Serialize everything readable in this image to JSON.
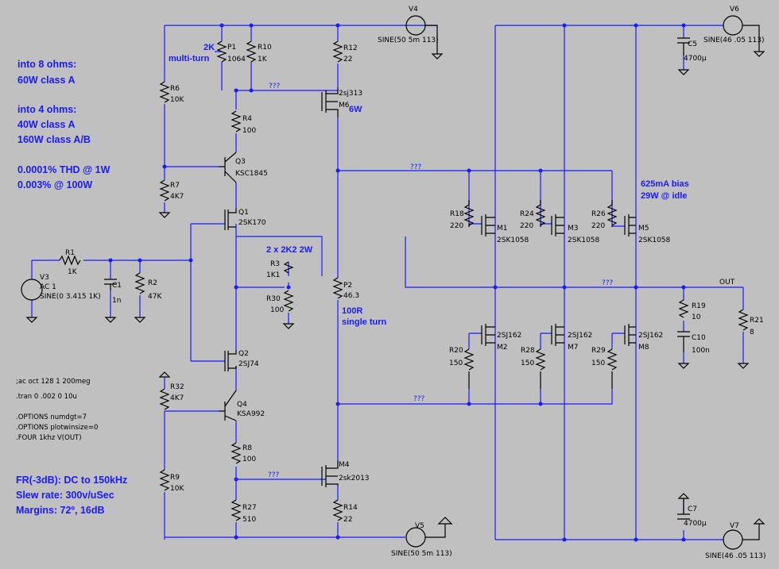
{
  "colors": {
    "background": "#c0c0c0",
    "wire": "#1a1aff",
    "component": "#000000",
    "annotation": "#1a1aff"
  },
  "annotations": {
    "into8": "into 8 ohms:",
    "c60": "60W class A",
    "into4": "into 4 ohms:",
    "c40": "40W class A",
    "c160": "160W class A/B",
    "thd1": "0.0001% THD @ 1W",
    "thd2": "0.003% @ 100W",
    "fr": "FR(-3dB): DC to 150kHz",
    "slew": "Slew rate: 300v/uSec",
    "margins": "Margins: 72º, 16dB",
    "p1a": "2K",
    "p1b": "multi-turn",
    "m6w": "6W",
    "twox": "2 x 2K2 2W",
    "p2a": "100R",
    "p2b": "single turn",
    "bias1": "625mA bias",
    "bias2": "29W @ idle"
  },
  "directives": {
    "ac": ";ac oct 128 1 200meg",
    "tran": ".tran 0 .002 0 10u",
    "opt1": ".OPTIONS numdgt=7",
    "opt2": ".OPTIONS plotwinsize=0",
    "four": ".FOUR 1khz V(OUT)"
  },
  "nets": {
    "unknown": "???",
    "out": "OUT"
  },
  "sources": {
    "V4": {
      "name": "V4",
      "value": "SINE(50 5m 113)"
    },
    "V5": {
      "name": "V5",
      "value": "SINE(50 5m 113)"
    },
    "V6": {
      "name": "V6",
      "value": "SINE(46 .05 113)"
    },
    "V7": {
      "name": "V7",
      "value": "SINE(46 .05 113)"
    },
    "V3": {
      "name": "V3",
      "ac": "AC 1",
      "value": "SINE(0 3.415 1K)"
    }
  },
  "parts": {
    "P1": {
      "name": "P1",
      "value": "1064"
    },
    "R10": {
      "name": "R10",
      "value": "1K"
    },
    "R12": {
      "name": "R12",
      "value": "22"
    },
    "R6": {
      "name": "R6",
      "value": "10K"
    },
    "R4": {
      "name": "R4",
      "value": "100"
    },
    "Q3": {
      "name": "Q3",
      "value": "KSC1845"
    },
    "R7": {
      "name": "R7",
      "value": "4K7"
    },
    "Q1": {
      "name": "Q1",
      "value": "2SK170"
    },
    "M6": {
      "name": "M6",
      "value": "2sj313"
    },
    "R1": {
      "name": "R1",
      "value": "1K"
    },
    "C1": {
      "name": "C1",
      "value": "1n"
    },
    "R2": {
      "name": "R2",
      "value": "47K"
    },
    "R3": {
      "name": "R3",
      "value": "1K1"
    },
    "R30": {
      "name": "R30",
      "value": "100"
    },
    "P2": {
      "name": "P2",
      "value": "46.3"
    },
    "Q2": {
      "name": "Q2",
      "value": "2SJ74"
    },
    "R32": {
      "name": "R32",
      "value": "4K7"
    },
    "Q4": {
      "name": "Q4",
      "value": "KSA992"
    },
    "R8": {
      "name": "R8",
      "value": "100"
    },
    "R9": {
      "name": "R9",
      "value": "10K"
    },
    "M4": {
      "name": "M4",
      "value": "2sk2013"
    },
    "R27": {
      "name": "R27",
      "value": "510"
    },
    "R14": {
      "name": "R14",
      "value": "22"
    },
    "R18": {
      "name": "R18",
      "value": "220"
    },
    "M1": {
      "name": "M1",
      "value": "2SK1058"
    },
    "R24": {
      "name": "R24",
      "value": "220"
    },
    "M3": {
      "name": "M3",
      "value": "2SK1058"
    },
    "R26": {
      "name": "R26",
      "value": "220"
    },
    "M5": {
      "name": "M5",
      "value": "2SK1058"
    },
    "R20": {
      "name": "R20",
      "value": "150"
    },
    "M2": {
      "name": "M2",
      "value": "2SJ162"
    },
    "R28": {
      "name": "R28",
      "value": "150"
    },
    "M7": {
      "name": "M7",
      "value": "2SJ162"
    },
    "R29": {
      "name": "R29",
      "value": "150"
    },
    "M8": {
      "name": "M8",
      "value": "2SJ162"
    },
    "C5": {
      "name": "C5",
      "value": "4700µ"
    },
    "C7": {
      "name": "C7",
      "value": "4700µ"
    },
    "R19": {
      "name": "R19",
      "value": "10"
    },
    "C10": {
      "name": "C10",
      "value": "100n"
    },
    "R21": {
      "name": "R21",
      "value": "8"
    }
  }
}
